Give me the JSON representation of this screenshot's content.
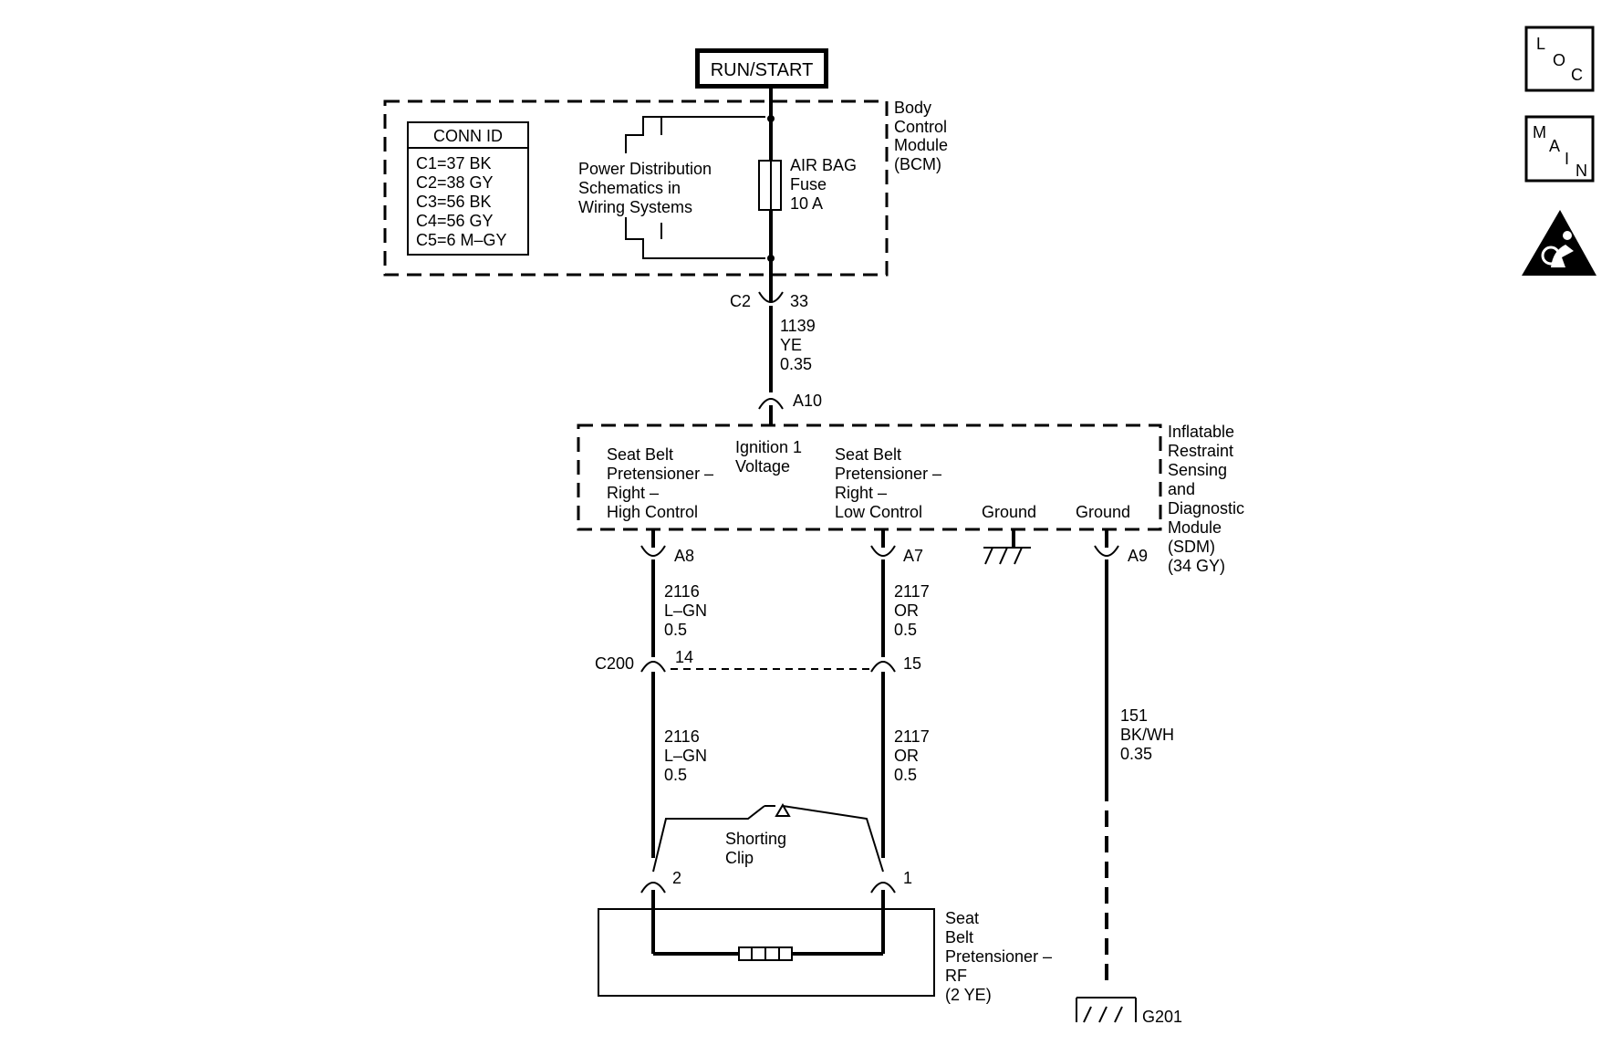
{
  "power": {
    "label": "RUN/START"
  },
  "bcm": {
    "name": [
      "Body",
      "Control",
      "Module",
      "(BCM)"
    ],
    "conn_id_title": "CONN ID",
    "conn_ids": [
      "C1=37 BK",
      "C2=38 GY",
      "C3=56 BK",
      "C4=56 GY",
      "C5=6 M–GY"
    ],
    "power_dist": [
      "Power Distribution",
      "Schematics in",
      "Wiring Systems"
    ],
    "fuse": [
      "AIR BAG",
      "Fuse",
      "10 A"
    ],
    "connector": "C2",
    "pin": "33"
  },
  "wire_1139": [
    "1139",
    "YE",
    "0.35"
  ],
  "sdm": {
    "connector_a10": "A10",
    "name": [
      "Inflatable",
      "Restraint",
      "Sensing",
      "and",
      "Diagnostic",
      "Module",
      "(SDM)",
      "(34 GY)"
    ],
    "ignition": [
      "Ignition 1",
      "Voltage"
    ],
    "high_control": [
      "Seat Belt",
      "Pretensioner –",
      "Right –",
      "High Control"
    ],
    "low_control": [
      "Seat Belt",
      "Pretensioner –",
      "Right –",
      "Low Control"
    ],
    "ground1": "Ground",
    "ground2": "Ground",
    "pin_a8": "A8",
    "pin_a7": "A7",
    "pin_a9": "A9"
  },
  "wire_2116_top": [
    "2116",
    "L–GN",
    "0.5"
  ],
  "wire_2117_top": [
    "2117",
    "OR",
    "0.5"
  ],
  "wire_2116_bot": [
    "2116",
    "L–GN",
    "0.5"
  ],
  "wire_2117_bot": [
    "2117",
    "OR",
    "0.5"
  ],
  "wire_151": [
    "151",
    "BK/WH",
    "0.35"
  ],
  "c200": {
    "label": "C200",
    "pin_14": "14",
    "pin_15": "15"
  },
  "shorting_clip": [
    "Shorting",
    "Clip"
  ],
  "pretensioner": {
    "name": [
      "Seat",
      "Belt",
      "Pretensioner –",
      "RF",
      "(2 YE)"
    ],
    "pin_2": "2",
    "pin_1": "1"
  },
  "ground_g201": "G201",
  "nav": {
    "loc": [
      "L",
      "O",
      "C"
    ],
    "main": [
      "M",
      "A",
      "I",
      "N"
    ]
  },
  "icons": [
    "loc-button-icon",
    "main-button-icon",
    "airbag-warning-icon"
  ]
}
